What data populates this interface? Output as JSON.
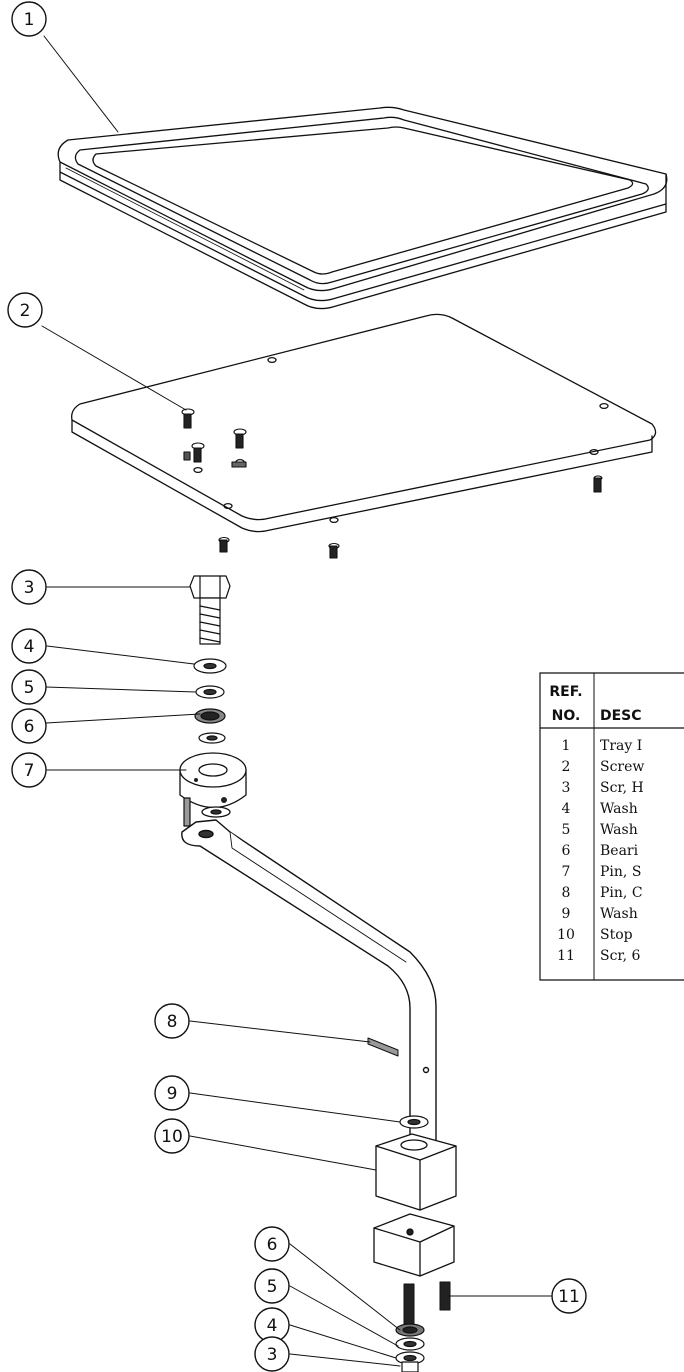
{
  "callouts": [
    {
      "id": "c1",
      "label": "1"
    },
    {
      "id": "c2",
      "label": "2"
    },
    {
      "id": "c3a",
      "label": "3"
    },
    {
      "id": "c4a",
      "label": "4"
    },
    {
      "id": "c5a",
      "label": "5"
    },
    {
      "id": "c6a",
      "label": "6"
    },
    {
      "id": "c7",
      "label": "7"
    },
    {
      "id": "c8",
      "label": "8"
    },
    {
      "id": "c9",
      "label": "9"
    },
    {
      "id": "c10",
      "label": "10"
    },
    {
      "id": "c11",
      "label": "11"
    },
    {
      "id": "c6b",
      "label": "6"
    },
    {
      "id": "c5b",
      "label": "5"
    },
    {
      "id": "c4b",
      "label": "4"
    },
    {
      "id": "c3b",
      "label": "3"
    }
  ],
  "parts_table": {
    "header_ref": "REF.",
    "header_no": "NO.",
    "header_desc": "DESC",
    "rows": [
      {
        "ref": "1",
        "desc": "Tray I"
      },
      {
        "ref": "2",
        "desc": "Screw"
      },
      {
        "ref": "3",
        "desc": "Scr, H"
      },
      {
        "ref": "4",
        "desc": "Wash"
      },
      {
        "ref": "5",
        "desc": "Wash"
      },
      {
        "ref": "6",
        "desc": "Beari"
      },
      {
        "ref": "7",
        "desc": "Pin, S"
      },
      {
        "ref": "8",
        "desc": "Pin, C"
      },
      {
        "ref": "9",
        "desc": "Wash"
      },
      {
        "ref": "10",
        "desc": "Stop"
      },
      {
        "ref": "11",
        "desc": "Scr, 6"
      }
    ]
  }
}
